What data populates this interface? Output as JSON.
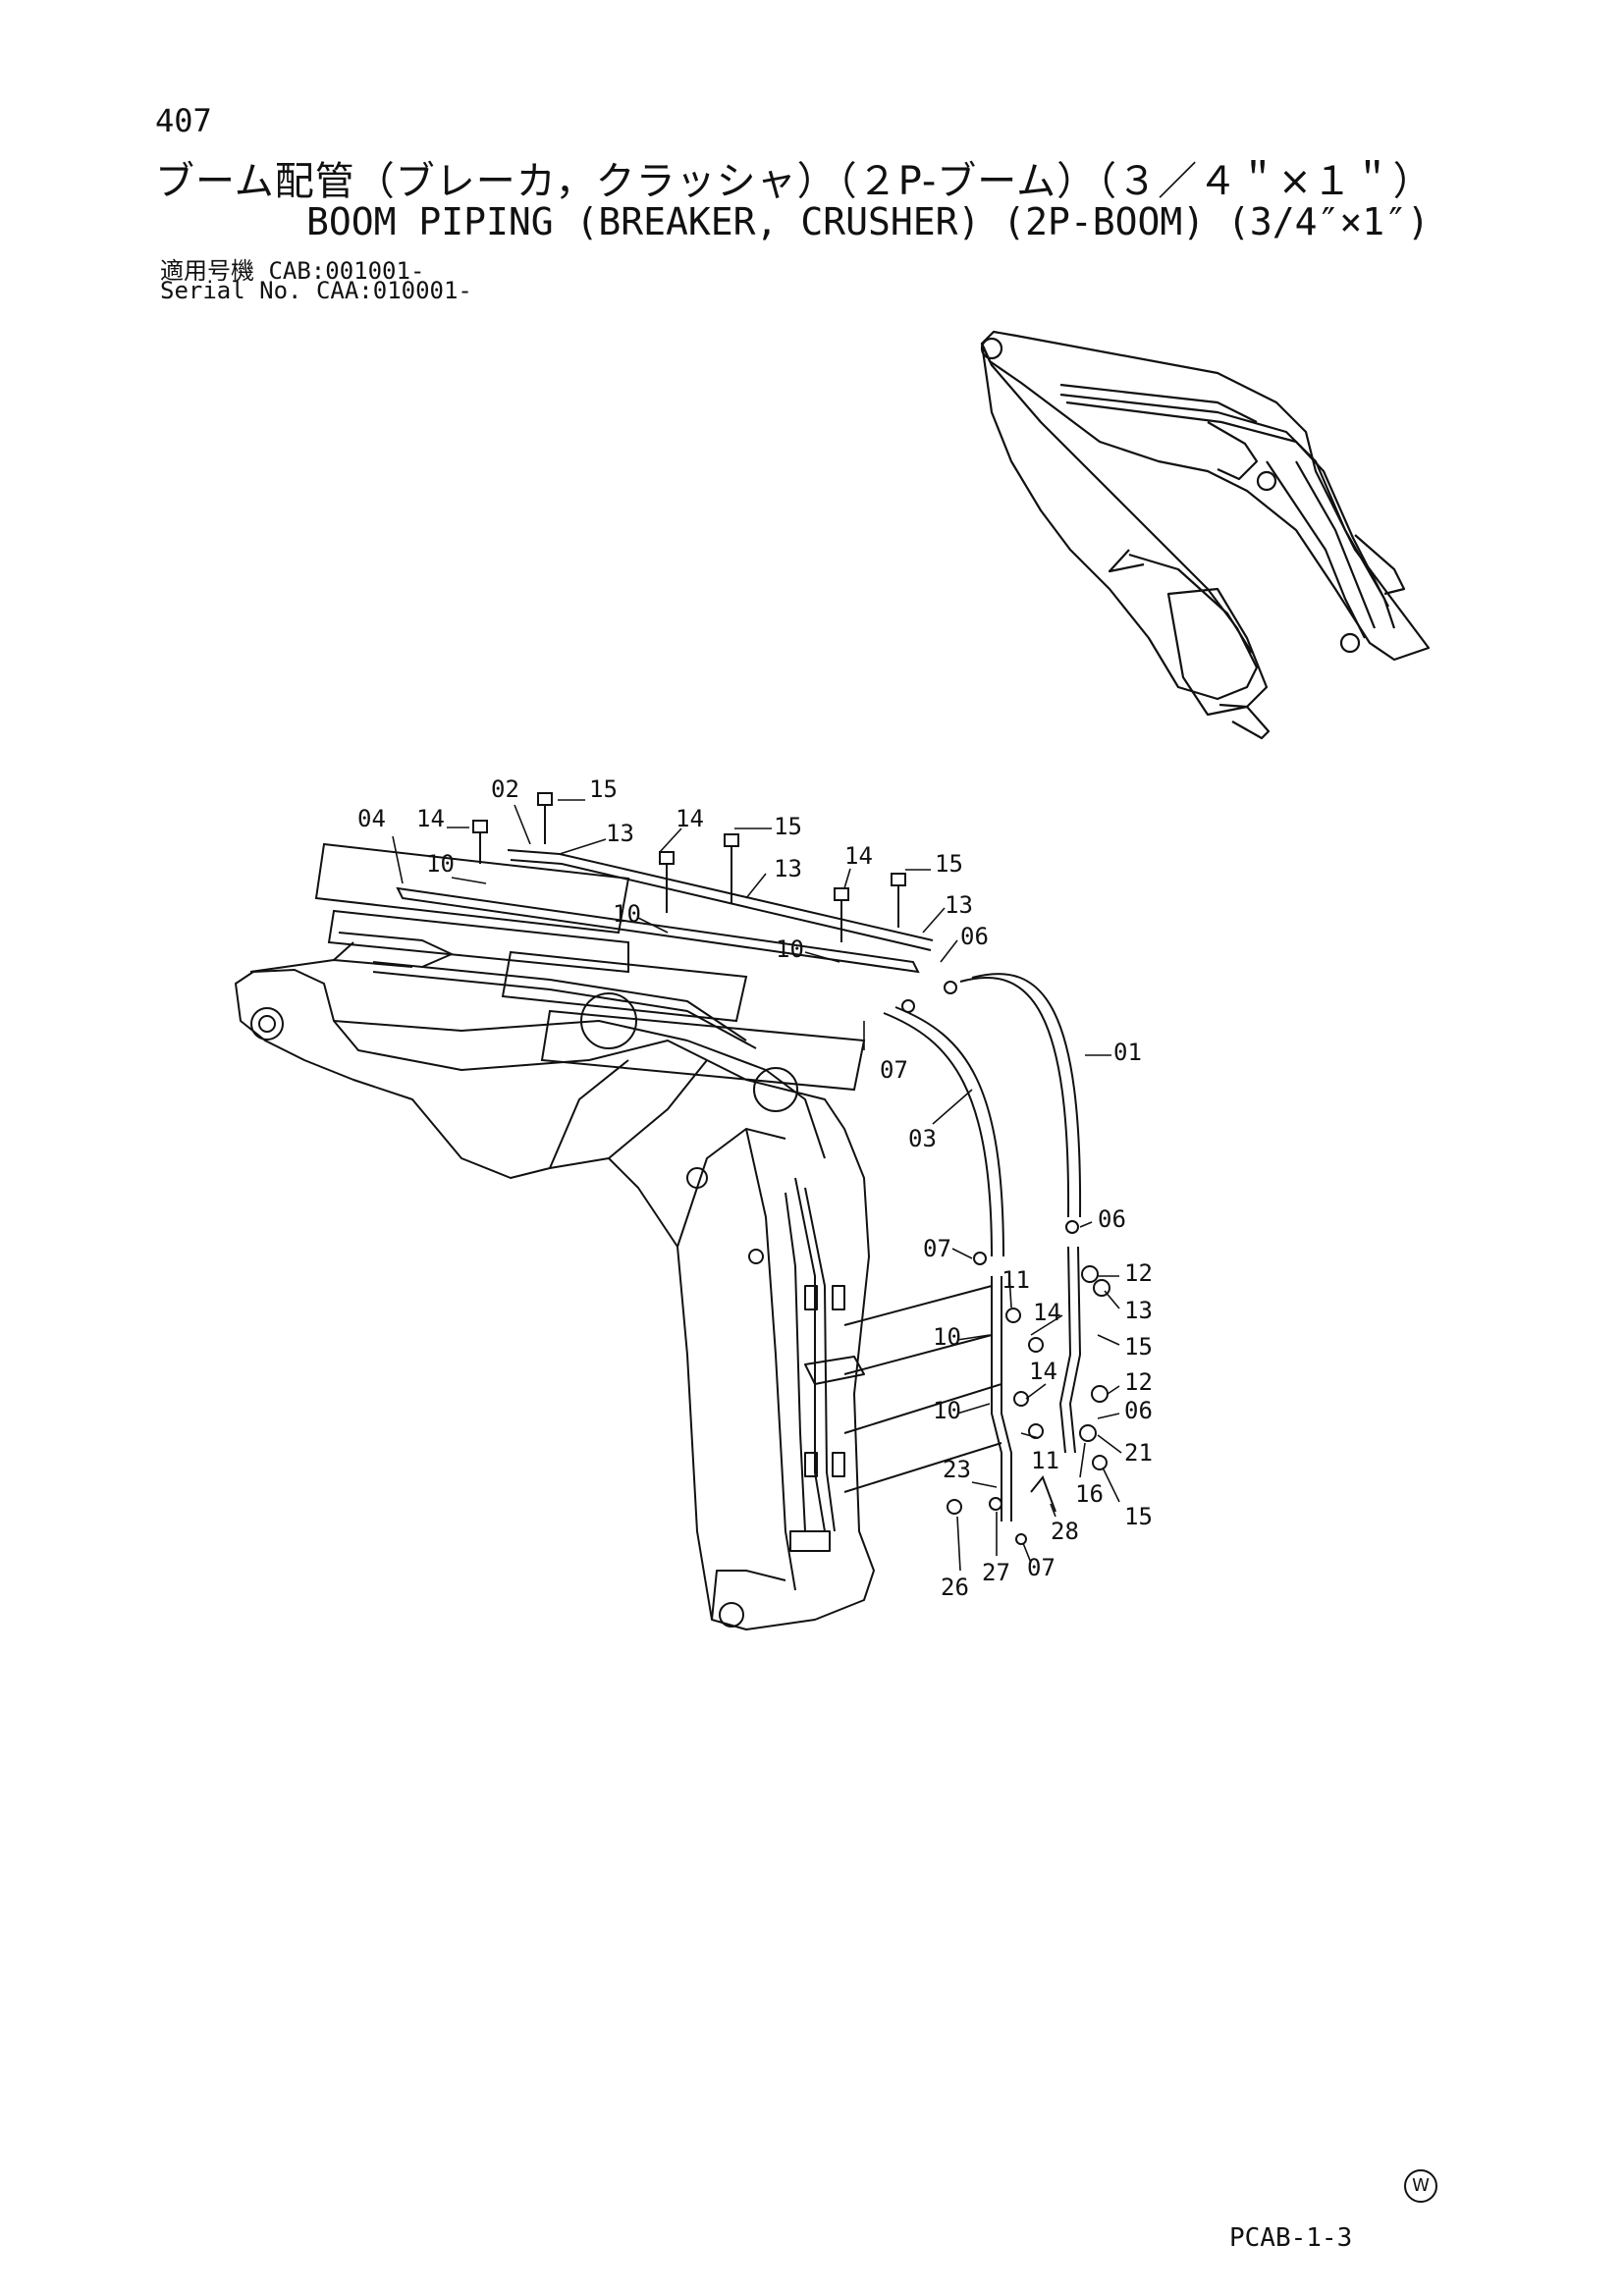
{
  "header": {
    "page_number": "407",
    "title_jp": "ブーム配管（ブレーカ，クラッシャ）（２P-ブーム）（３／４＂×１＂）",
    "title_en": "BOOM PIPING (BREAKER, CRUSHER) (2P-BOOM) (3/4″×1″)",
    "applicability_jp": "適用号機 CAB:001001-",
    "applicability_serial": "Serial No. CAA:010001-"
  },
  "diagram": {
    "part_labels": [
      "02",
      "15",
      "04",
      "14",
      "13",
      "14",
      "15",
      "10",
      "13",
      "14",
      "15",
      "10",
      "13",
      "06",
      "10",
      "01",
      "07",
      "03",
      "06",
      "07",
      "12",
      "11",
      "14",
      "13",
      "10",
      "15",
      "14",
      "12",
      "10",
      "06",
      "21",
      "23",
      "11",
      "16",
      "15",
      "28",
      "26",
      "27",
      "07",
      "26"
    ]
  },
  "footer": {
    "mark": "W",
    "page_code": "PCAB-1-3"
  }
}
